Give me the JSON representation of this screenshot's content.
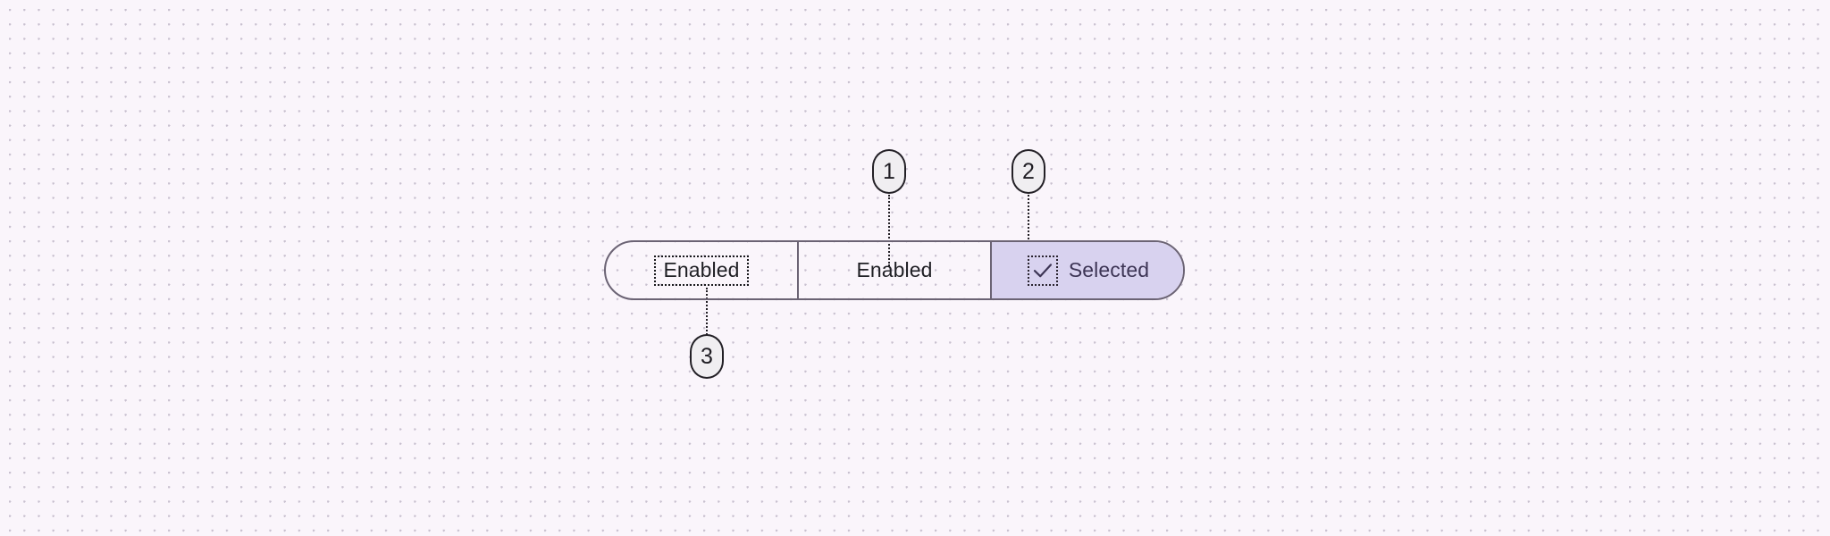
{
  "canvas": {
    "background_color": "#faf5fb",
    "dot_color": "#c8c0cf"
  },
  "segmented_control": {
    "border_color": "#6b6374",
    "segments": [
      {
        "label": "Enabled",
        "state": "enabled-focused",
        "focus_ring": true,
        "has_checkmark": false,
        "text_color": "#1f1f24",
        "fill_color": "transparent"
      },
      {
        "label": "Enabled",
        "state": "enabled",
        "focus_ring": false,
        "has_checkmark": false,
        "text_color": "#1f1f24",
        "fill_color": "transparent"
      },
      {
        "label": "Selected",
        "state": "selected",
        "focus_ring": false,
        "has_checkmark": true,
        "checkmark_icon": "check-icon",
        "text_color": "#3d3555",
        "fill_color": "#d8d2ef"
      }
    ]
  },
  "annotations": [
    {
      "number": "1",
      "target": "segment-2-label"
    },
    {
      "number": "2",
      "target": "segment-3-checkbox"
    },
    {
      "number": "3",
      "target": "segment-1-focus-ring"
    }
  ]
}
